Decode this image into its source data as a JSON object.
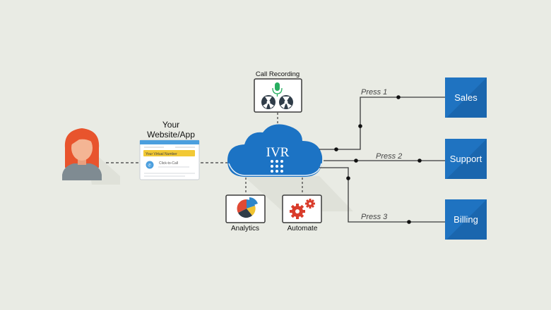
{
  "website": {
    "title_line1": "Your",
    "title_line2": "Website/App",
    "virtual_number": "Your Virtual Number",
    "click_to_call": "Click-to-Call"
  },
  "ivr": {
    "label": "IVR"
  },
  "call_recording": {
    "label": "Call Recording"
  },
  "analytics": {
    "label": "Analytics"
  },
  "automate": {
    "label": "Automate"
  },
  "press": {
    "p1": "Press 1",
    "p2": "Press 2",
    "p3": "Press 3"
  },
  "departments": {
    "sales": "Sales",
    "support": "Support",
    "billing": "Billing"
  },
  "colors": {
    "background": "#e9ebe4",
    "cloud": "#1c73c4",
    "department": "#1f73c1",
    "hair": "#e8542d",
    "skin": "#f4b594",
    "shirt": "#7f8b92",
    "line": "#3a3a3a",
    "pie_blue": "#2e86c9",
    "pie_red": "#e04a35",
    "pie_yellow": "#f0c330",
    "pie_dark": "#2f3c48",
    "gear": "#d93c2b",
    "mic": "#27ae60"
  }
}
